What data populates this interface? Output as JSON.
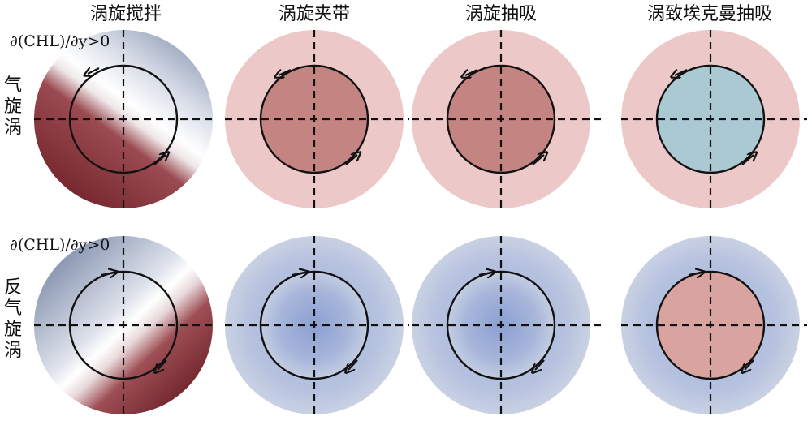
{
  "column_titles": [
    "涡旋搅拌",
    "涡旋夹带",
    "涡旋抽吸",
    "涡致埃克曼抽吸"
  ],
  "row_labels": [
    [
      "气",
      "旋",
      "涡"
    ],
    [
      "反",
      "气",
      "旋",
      "涡"
    ]
  ],
  "gradient_labels": [
    "∂(CHL)/∂y>0",
    "∂(CHL)/∂y>0"
  ],
  "colors": {
    "outline": "#111111",
    "dark_red": "#7a2a30",
    "light_pink": "#ecc9c8",
    "mid_red": "#c48482",
    "light_blue": "#aac9d3",
    "blue_center": "#8b9fd2",
    "blue_edge": "#c3cde2",
    "steel_blue": "#8d9ab5",
    "salmon": "#d9a3a0"
  },
  "panels": [
    {
      "row": "cyclone",
      "type": "stirring",
      "rotation": "counterclockwise"
    },
    {
      "row": "cyclone",
      "type": "trapping",
      "rotation": "counterclockwise"
    },
    {
      "row": "cyclone",
      "type": "pumping",
      "rotation": "counterclockwise"
    },
    {
      "row": "cyclone",
      "type": "ekman-pumping",
      "rotation": "counterclockwise"
    },
    {
      "row": "anticyclone",
      "type": "stirring",
      "rotation": "clockwise"
    },
    {
      "row": "anticyclone",
      "type": "trapping",
      "rotation": "clockwise"
    },
    {
      "row": "anticyclone",
      "type": "pumping",
      "rotation": "clockwise"
    },
    {
      "row": "anticyclone",
      "type": "ekman-pumping",
      "rotation": "clockwise"
    }
  ]
}
